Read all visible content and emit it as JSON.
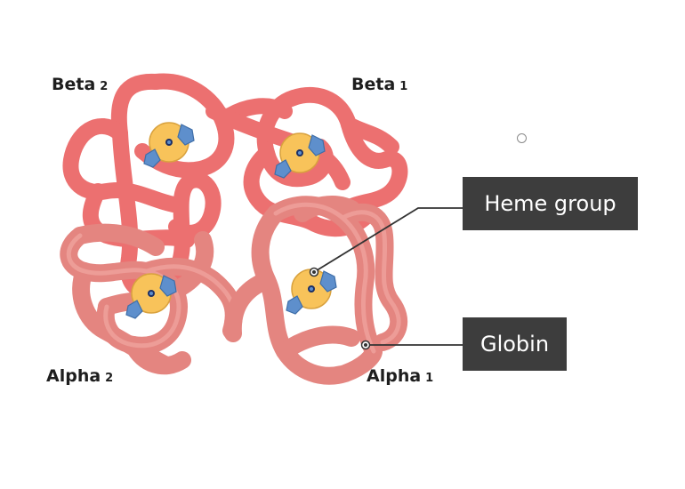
{
  "labels": {
    "beta2": {
      "name": "Beta",
      "sub": "2"
    },
    "beta1": {
      "name": "Beta",
      "sub": "1"
    },
    "alpha2": {
      "name": "Alpha",
      "sub": "2"
    },
    "alpha1": {
      "name": "Alpha",
      "sub": "1"
    }
  },
  "callouts": {
    "heme": "Heme group",
    "globin": "Globin"
  },
  "colors": {
    "beta_chain": "#ec7070",
    "alpha_chain": "#e48580",
    "heme_disc": "#f8c35a",
    "heme_pyrrole": "#5e8fcc",
    "callout_bg": "#3d3d3d"
  },
  "icons": [
    "radio-button-icon"
  ]
}
